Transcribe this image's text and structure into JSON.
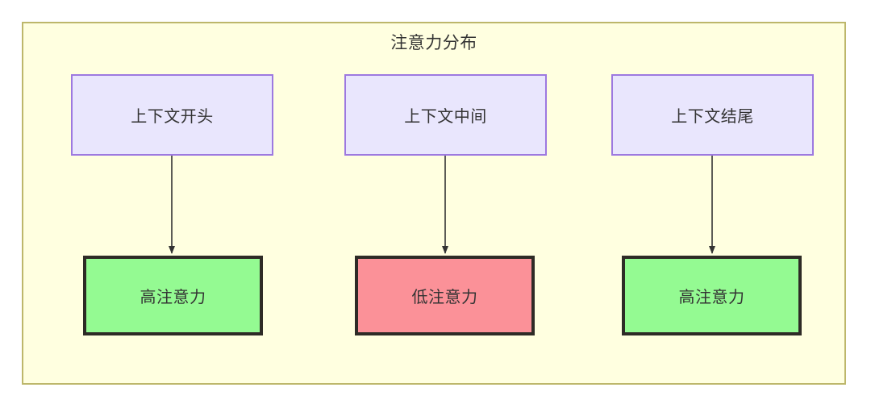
{
  "diagram": {
    "title": "注意力分布",
    "container": {
      "fill": "#ffffe0",
      "stroke": "#bdb76b"
    },
    "context_nodes": [
      {
        "label": "上下文开头",
        "fill": "#e9e6fd",
        "stroke": "#9d79e0"
      },
      {
        "label": "上下文中间",
        "fill": "#e9e6fd",
        "stroke": "#9d79e0"
      },
      {
        "label": "上下文结尾",
        "fill": "#e9e6fd",
        "stroke": "#9d79e0"
      }
    ],
    "attention_nodes": [
      {
        "label": "高注意力",
        "fill": "#94fa92",
        "stroke": "#2e2b26",
        "level": "high"
      },
      {
        "label": "低注意力",
        "fill": "#fb9198",
        "stroke": "#2e2b26",
        "level": "low"
      },
      {
        "label": "高注意力",
        "fill": "#94fa92",
        "stroke": "#2e2b26",
        "level": "high"
      }
    ],
    "edges": [
      {
        "from": "上下文开头",
        "to": "高注意力"
      },
      {
        "from": "上下文中间",
        "to": "低注意力"
      },
      {
        "from": "上下文结尾",
        "to": "高注意力"
      }
    ],
    "edge_color": "#333333"
  }
}
